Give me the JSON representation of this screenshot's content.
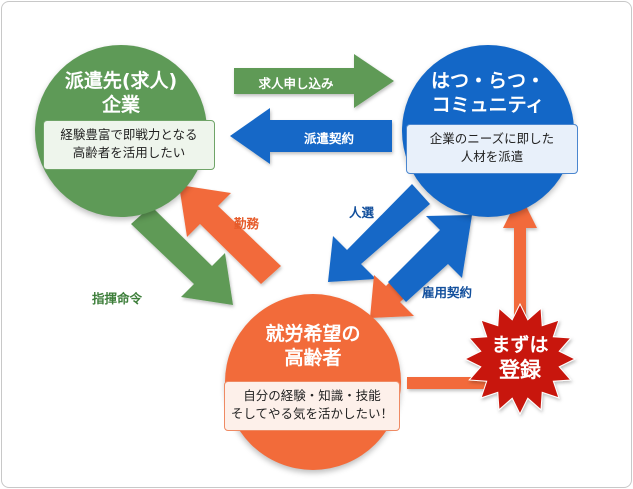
{
  "colors": {
    "green": "#5e9a57",
    "blue": "#1367c7",
    "orange": "#f26b3a",
    "red": "#c8180c",
    "label_green": "#3d7e3a",
    "label_blue": "#124f9c",
    "label_orange": "#e65b2a"
  },
  "client": {
    "title_line1": "派遣先(求人)",
    "title_line2": "企業",
    "desc_line1": "経験豊富で即戦力となる",
    "desc_line2": "高齢者を活用したい"
  },
  "community": {
    "title_line1": "はつ・らつ・",
    "title_line2": "コミュニティ",
    "desc_line1": "企業のニーズに即した",
    "desc_line2": "人材を派遣"
  },
  "senior": {
    "title_line1": "就労希望の",
    "title_line2": "高齢者",
    "desc_line1": "自分の経験・知識・技能",
    "desc_line2": "そしてやる気を活かしたい！"
  },
  "arrows": {
    "job_application": "求人申し込み",
    "dispatch_contract": "派遣契約",
    "work": "勤務",
    "instruction": "指揮命令",
    "selection": "人選",
    "employment_contract": "雇用契約"
  },
  "badge": {
    "line1": "まずは",
    "line2": "登録"
  }
}
